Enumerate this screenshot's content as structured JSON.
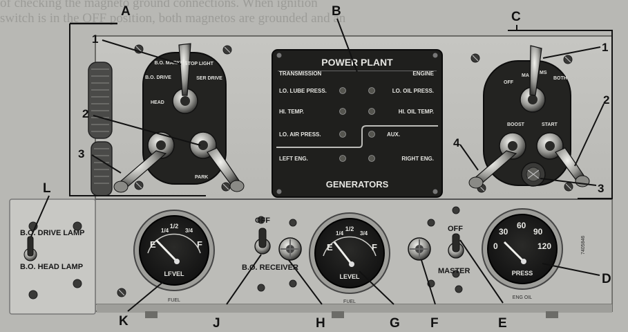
{
  "page_text": {
    "line_1": "of checking the magneto ground connections. When ignition",
    "line_2": "switch is in the OFF position, both magnetos are grounded and an"
  },
  "callouts": {
    "A": "A",
    "B": "B",
    "C": "C",
    "D": "D",
    "E": "E",
    "F": "F",
    "G": "G",
    "H": "H",
    "J": "J",
    "K": "K",
    "L": "L"
  },
  "left_switch_numbers": {
    "n1": "1",
    "n2": "2",
    "n3": "3"
  },
  "right_switch_numbers": {
    "n1": "1",
    "n2": "2",
    "n3": "3",
    "n4": "4"
  },
  "left_switch_panel": {
    "bo_marker": "B.O. MARKER",
    "bo_drive": "B.O. DRIVE",
    "stop_light": "STOP LIGHT",
    "ser_drive": "SER DRIVE",
    "head": "HEAD",
    "park": "PARK"
  },
  "power_plant": {
    "title": "POWER PLANT",
    "transmission": "TRANSMISSION",
    "engine": "ENGINE",
    "transmission_items": [
      "LO. LUBE PRESS.",
      "HI. TEMP.",
      "LO. AIR PRESS."
    ],
    "engine_items": [
      "LO. OIL PRESS.",
      "HI. OIL TEMP."
    ],
    "aux": "AUX.",
    "left_eng": "LEFT ENG.",
    "right_eng": "RIGHT ENG.",
    "generators": "GENERATORS"
  },
  "ignition_switch": {
    "off": "OFF",
    "ma": "MA",
    "ms": "MS",
    "both": "BOTH",
    "boost": "BOOST",
    "start": "START"
  },
  "gauges": {
    "left": {
      "marks": [
        "E",
        "1/4",
        "1/2",
        "3/4",
        "F"
      ],
      "label": "LEVEL",
      "footer": "FUEL"
    },
    "center": {
      "marks": [
        "E",
        "1/4",
        "1/2",
        "3/4",
        "F"
      ],
      "label": "LEVEL",
      "footer": "FUEL"
    },
    "right": {
      "marks": [
        "0",
        "30",
        "60",
        "90",
        "120"
      ],
      "label": "PRESS",
      "footer": "ENG OIL"
    }
  },
  "switches": {
    "bo_receiver": {
      "off": "OFF",
      "label": "B.O. RECEIVER"
    },
    "master": {
      "off": "OFF",
      "label": "MASTER"
    }
  },
  "bo_box": {
    "drive_lamp": "B.O. DRIVE LAMP",
    "head_lamp": "B.O. HEAD LAMP"
  },
  "serial": "7405846"
}
